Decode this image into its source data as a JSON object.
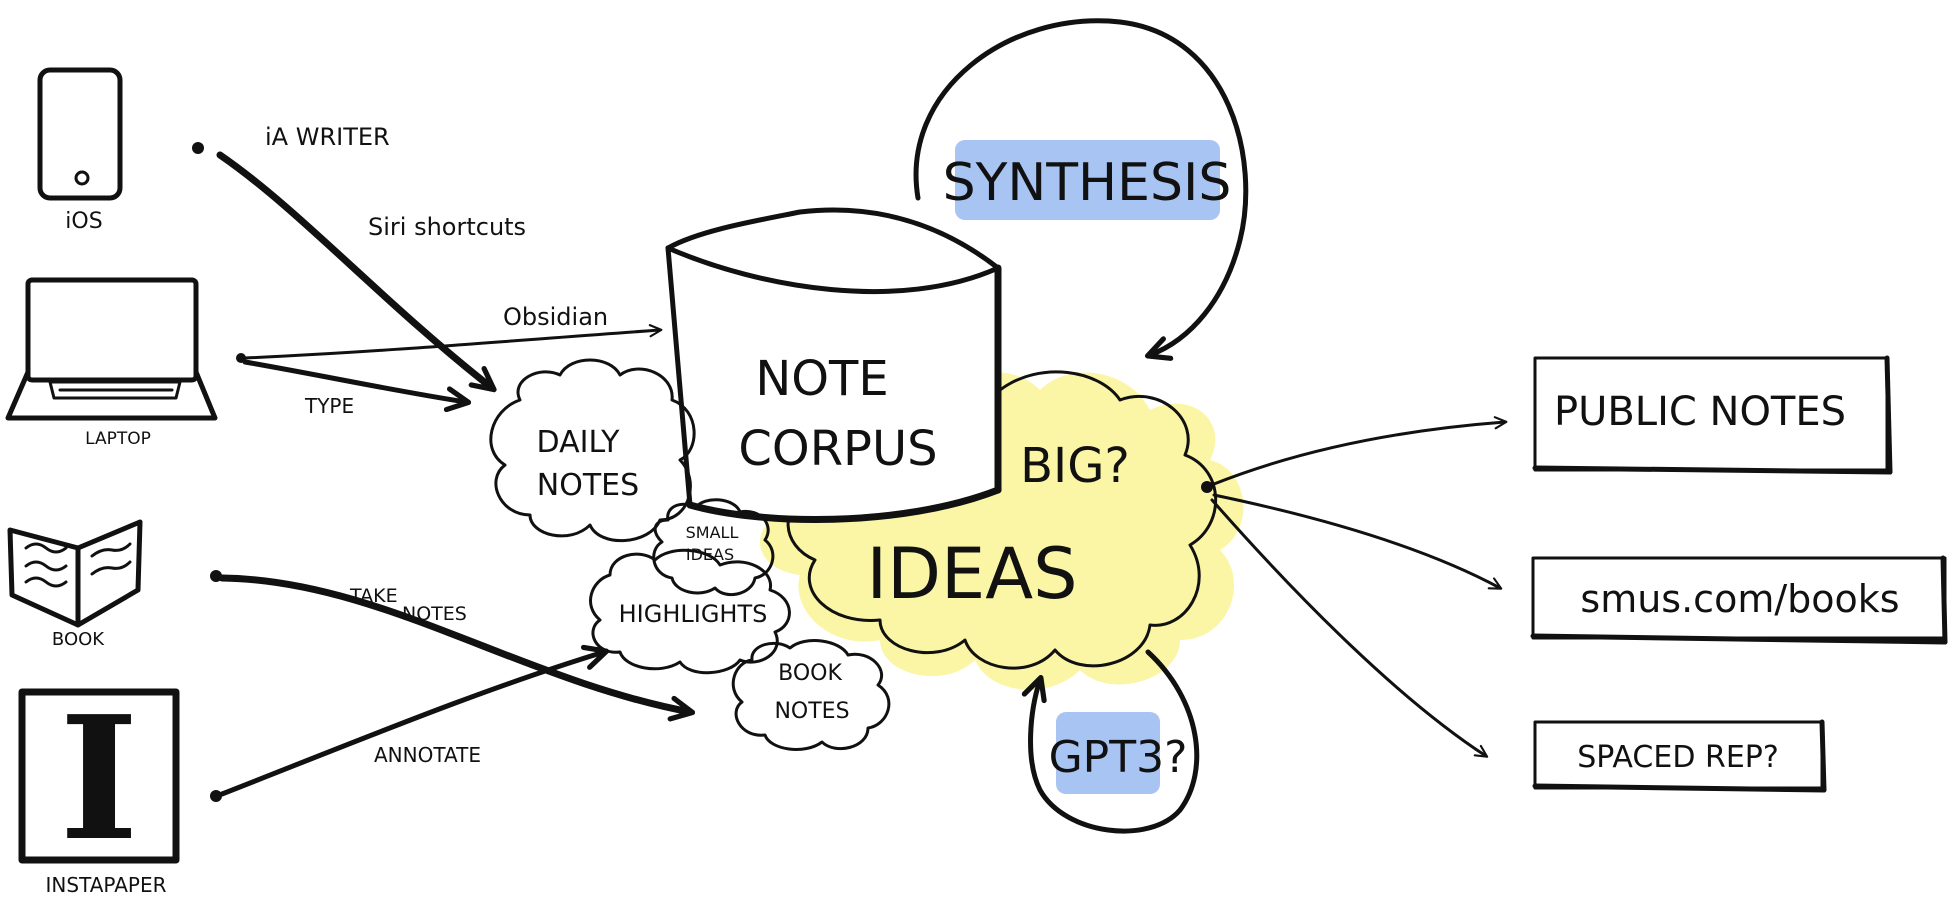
{
  "colors": {
    "ink": "#111111",
    "highlight_blue": "#a7c4f2",
    "ideas_yellow": "#fbf6a6",
    "background": "#ffffff"
  },
  "sources": {
    "ios": {
      "label": "iOS",
      "icon": "phone-icon"
    },
    "laptop": {
      "label": "LAPTOP",
      "icon": "laptop-icon"
    },
    "book": {
      "label": "BOOK",
      "icon": "open-book-icon"
    },
    "instapaper": {
      "label": "INSTAPAPER",
      "icon": "instapaper-logo",
      "logo_letter": "I"
    }
  },
  "edges": {
    "ia_writer": "iA WRITER",
    "siri_shortcuts": "Siri shortcuts",
    "obsidian": "Obsidian",
    "type": "TYPE",
    "take_notes_1": "TAKE",
    "take_notes_2": "NOTES",
    "annotate": "ANNOTATE"
  },
  "clouds": {
    "daily_notes_1": "DAILY",
    "daily_notes_2": "NOTES",
    "small_ideas_1": "SMALL",
    "small_ideas_2": "IDEAS",
    "highlights": "HIGHLIGHTS",
    "book_notes_1": "BOOK",
    "book_notes_2": "NOTES"
  },
  "corpus": {
    "line1": "NOTE",
    "line2": "CORPUS"
  },
  "ideas": {
    "label": "IDEAS",
    "big": "BIG?"
  },
  "loops": {
    "synthesis": "SYNTHESIS",
    "gpt3": "GPT3?"
  },
  "outputs": {
    "public_notes": "PUBLIC NOTES",
    "smus_books": "smus.com/books",
    "spaced_rep": "SPACED REP?"
  }
}
